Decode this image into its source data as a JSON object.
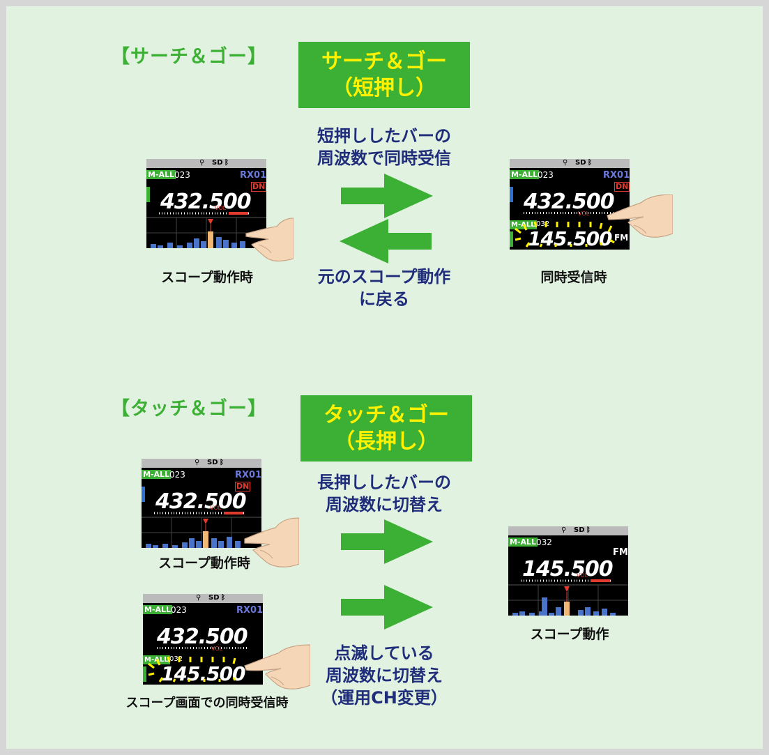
{
  "search_go": {
    "section_title": "【サーチ＆ゴー】",
    "box_line1": "サーチ＆ゴー",
    "box_line2": "（短押し）",
    "forward_line1": "短押ししたバーの",
    "forward_line2": "周波数で同時受信",
    "back_line1": "元のスコープ動作",
    "back_line2": "に戻る",
    "left_caption": "スコープ動作時",
    "right_caption": "同時受信時"
  },
  "touch_go": {
    "section_title": "【タッチ＆ゴー】",
    "box_line1": "タッチ＆ゴー",
    "box_line2": "（長押し）",
    "upper_line1": "長押ししたバーの",
    "upper_line2": "周波数に切替え",
    "lower_line1": "点滅している",
    "lower_line2": "周波数に切替え",
    "lower_line3": "（運用CH変更）",
    "caption_upper": "スコープ動作時",
    "caption_lower": "スコープ画面での同時受信時",
    "caption_right": "スコープ動作"
  },
  "screen": {
    "sd": "SD",
    "mall": "M-ALL",
    "ch_023": "023",
    "ch_032": "032",
    "rx01": "RX01",
    "dn": "DN",
    "freq_a": "432.500",
    "freq_b": "145.500",
    "vol": "VOL",
    "fm": "FM"
  },
  "colors": {
    "green": "#3cb034",
    "yellow": "#fff200",
    "navy": "#1f2d7a",
    "background": "#e2f2e1"
  }
}
